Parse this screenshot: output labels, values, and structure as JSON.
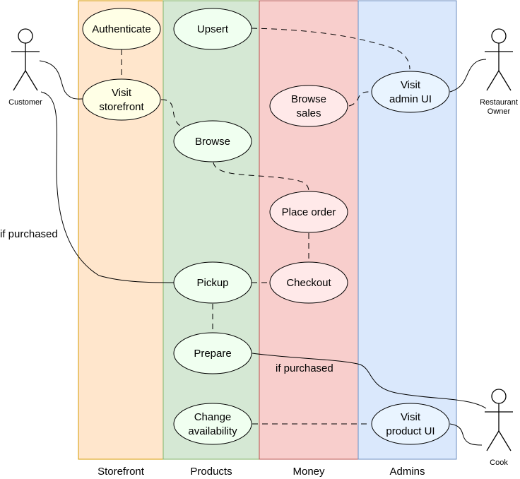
{
  "lanes": [
    {
      "id": "storefront",
      "label": "Storefront",
      "fill": "#ffe6cc",
      "stroke": "#d79b00"
    },
    {
      "id": "products",
      "label": "Products",
      "fill": "#d5e8d4",
      "stroke": "#82b366"
    },
    {
      "id": "money",
      "label": "Money",
      "fill": "#f8cecc",
      "stroke": "#b85450"
    },
    {
      "id": "admins",
      "label": "Admins",
      "fill": "#dae8fc",
      "stroke": "#6c8ebf"
    }
  ],
  "use_cases": [
    {
      "id": "authenticate",
      "lines": [
        "Authenticate"
      ],
      "fill": "#ffffe6"
    },
    {
      "id": "visit-storefront",
      "lines": [
        "Visit",
        "storefront"
      ],
      "fill": "#ffffe6"
    },
    {
      "id": "upsert",
      "lines": [
        "Upsert"
      ],
      "fill": "#f0fff0"
    },
    {
      "id": "browse",
      "lines": [
        "Browse"
      ],
      "fill": "#f0fff0"
    },
    {
      "id": "pickup",
      "lines": [
        "Pickup"
      ],
      "fill": "#f0fff0"
    },
    {
      "id": "prepare",
      "lines": [
        "Prepare"
      ],
      "fill": "#f0fff0"
    },
    {
      "id": "change-availability",
      "lines": [
        "Change",
        "availability"
      ],
      "fill": "#f0fff0"
    },
    {
      "id": "browse-sales",
      "lines": [
        "Browse",
        "sales"
      ],
      "fill": "#ffe9e9"
    },
    {
      "id": "place-order",
      "lines": [
        "Place order"
      ],
      "fill": "#ffe9e9"
    },
    {
      "id": "checkout",
      "lines": [
        "Checkout"
      ],
      "fill": "#ffe9e9"
    },
    {
      "id": "visit-admin-ui",
      "lines": [
        "Visit",
        "admin UI"
      ],
      "fill": "#e9f4ff"
    },
    {
      "id": "visit-product-ui",
      "lines": [
        "Visit",
        "product UI"
      ],
      "fill": "#e9f4ff"
    }
  ],
  "actors": [
    {
      "id": "customer",
      "lines": [
        "Customer"
      ]
    },
    {
      "id": "restaurant-owner",
      "lines": [
        "Restaurant",
        "Owner"
      ]
    },
    {
      "id": "cook",
      "lines": [
        "Cook"
      ]
    }
  ],
  "edge_labels": [
    {
      "id": "customer-if-purchased",
      "text": "if purchased"
    },
    {
      "id": "cook-if-purchased",
      "text": "if purchased"
    }
  ]
}
